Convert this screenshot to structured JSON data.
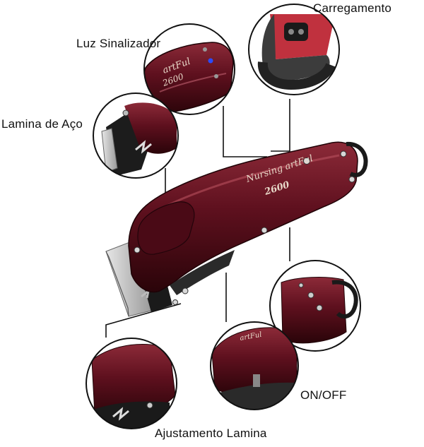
{
  "labels": {
    "carregamento": "Carregamento",
    "luz_sinalizador": "Luz Sinalizador",
    "lamina_aco": "Lamina de Aço",
    "on_off": "ON/OFF",
    "ajustamento_lamina": "Ajustamento Lamina"
  },
  "product": {
    "script_text": "Nursing artFul",
    "model_number": "2600"
  },
  "colors": {
    "body": "#5a0f1c",
    "body_highlight": "#8a2a36",
    "blade": "#cfcfcf",
    "accent_black": "#151515"
  }
}
